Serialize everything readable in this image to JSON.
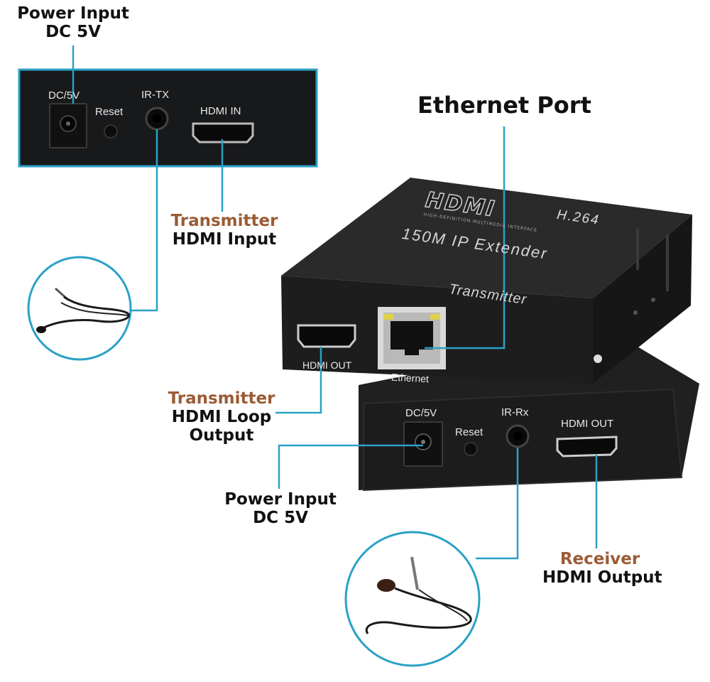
{
  "callouts": {
    "top_power": [
      "Power Input",
      "DC 5V"
    ],
    "ethernet": "Ethernet Port",
    "tx_hdmi_in": [
      "Transmitter",
      "HDMI Input"
    ],
    "tx_loop": [
      "Transmitter",
      "HDMI Loop",
      "Output"
    ],
    "rx_power": [
      "Power Input",
      "DC 5V"
    ],
    "rx_hdmi_out": [
      "Receiver",
      "HDMI Output"
    ]
  },
  "panel_tx": {
    "dc": "DC/5V",
    "reset": "Reset",
    "ir": "IR-TX",
    "hdmi": "HDMI IN"
  },
  "device_tx": {
    "brand": "HDMI",
    "brand_sub": "HIGH-DEFINITION MULTIMEDIA INTERFACE",
    "codec": "H.264",
    "model": "150M IP Extender",
    "role": "Transmitter",
    "hdmi_out": "HDMI OUT",
    "ethernet": "Ethernet"
  },
  "device_rx": {
    "dc": "DC/5V",
    "reset": "Reset",
    "ir": "IR-Rx",
    "hdmi": "HDMI OUT"
  },
  "colors": {
    "line": "#2aa1c6",
    "brown": "#9a5b35",
    "device": "#1b1b1b"
  }
}
